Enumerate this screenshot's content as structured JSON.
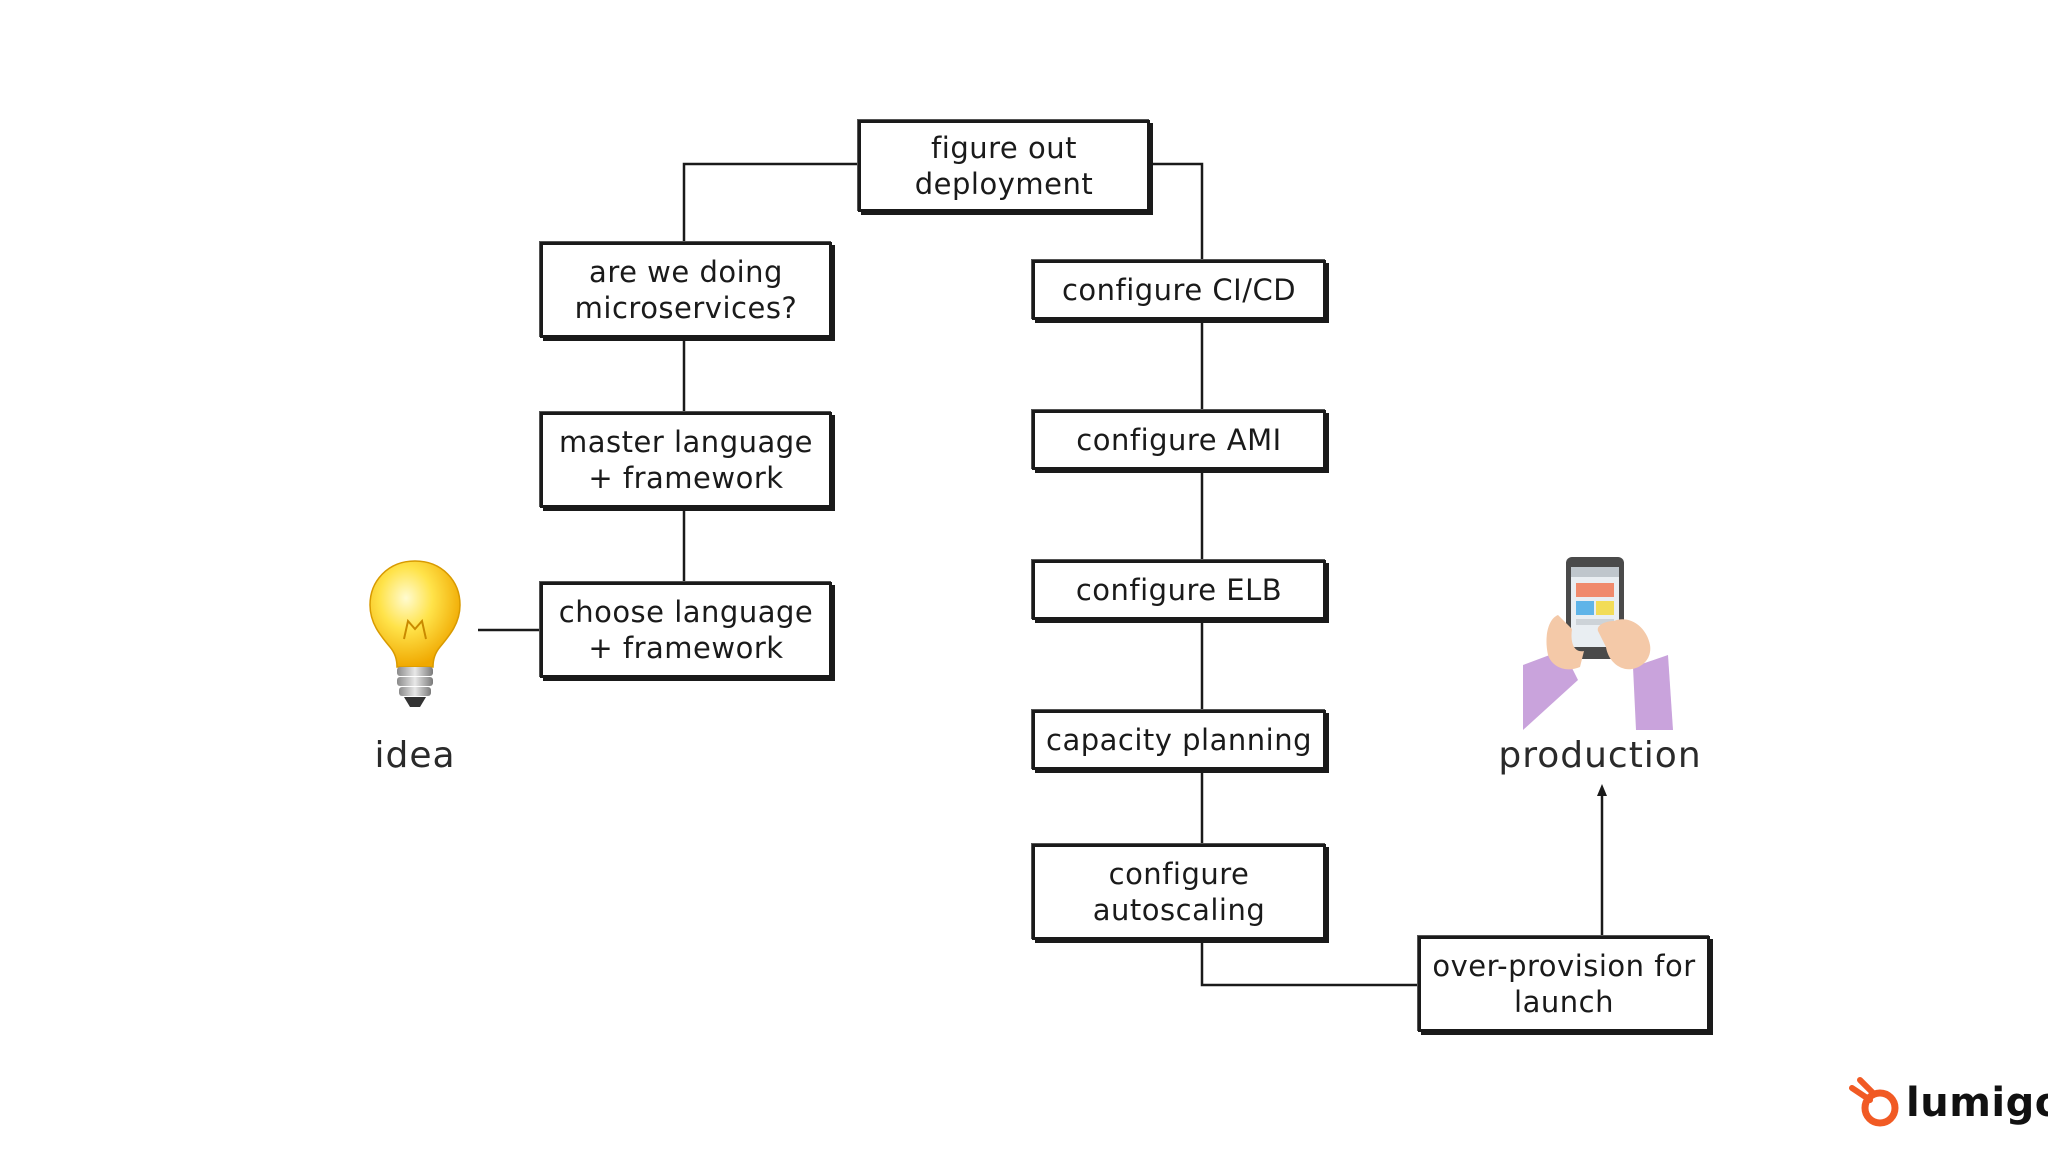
{
  "nodes": {
    "figure_out_deployment": "figure out deployment",
    "are_we_doing_microservices": "are we doing microservices?",
    "master_language_framework": "master language + framework",
    "choose_language_framework": "choose language + framework",
    "configure_ci_cd": "configure CI/CD",
    "configure_ami": "configure AMI",
    "configure_elb": "configure ELB",
    "capacity_planning": "capacity planning",
    "configure_autoscaling": "configure autoscaling",
    "over_provision_for_launch": "over-provision for launch"
  },
  "labels": {
    "idea": "idea",
    "production": "production"
  },
  "icons": {
    "idea": "lightbulb-icon",
    "production": "smartphone-hands-icon"
  },
  "brand": {
    "logo_text": "lumigo",
    "accent": "#f15a24"
  },
  "colors": {
    "bulb": "#f7c600",
    "sleeve": "#c9a3dc"
  }
}
